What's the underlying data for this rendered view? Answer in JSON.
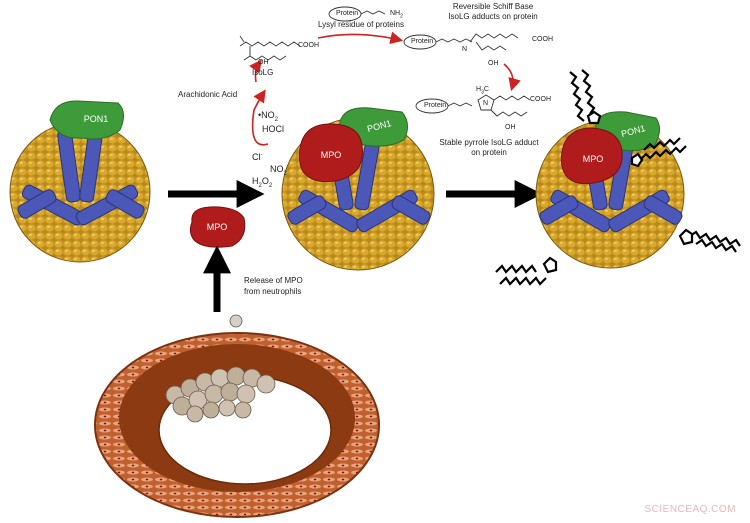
{
  "labels": {
    "pon1": "PON1",
    "mpo": "MPO",
    "arachidonic_acid": "Arachidonic Acid",
    "isolg": "IsoLG",
    "no2_radical": "•NO",
    "no2_radical_sub": "2",
    "hocl": "HOCl",
    "chloride": "Cl",
    "chloride_sup": "-",
    "no2": "NO",
    "no2_sub": "2",
    "h2o2": "H",
    "h2o2_sub1": "2",
    "h2o2_o": "O",
    "h2o2_sub2": "2",
    "lysyl": "Lysyl residue of proteins",
    "protein": "Protein",
    "nh2": "NH",
    "nh2_sub": "2",
    "schiff_line1": "Reversible Schiff Base",
    "schiff_line2": "IsoLG adducts on protein",
    "cooh": "COOH",
    "oh": "OH",
    "n_atom": "N",
    "h3c": "H",
    "h3c_sub": "3",
    "h3c_c": "C",
    "pyrrole_line1": "Stable pyrrole IsoLG adduct",
    "pyrrole_line2": "on protein",
    "release_line1": "Release of MPO",
    "release_line2": "from neutrophils",
    "watermark": "SCIENCEAQ.COM"
  },
  "colors": {
    "gold": "#d6a52c",
    "gold_dark": "#8a6a12",
    "apo_blue": "#4b58b8",
    "apo_dark": "#2b3478",
    "pon_green": "#3e9b39",
    "mpo_red": "#b01c1c",
    "arrow_red": "#cc2222",
    "vessel_outer": "#b4552d",
    "vessel_inner": "#8c3a12"
  }
}
